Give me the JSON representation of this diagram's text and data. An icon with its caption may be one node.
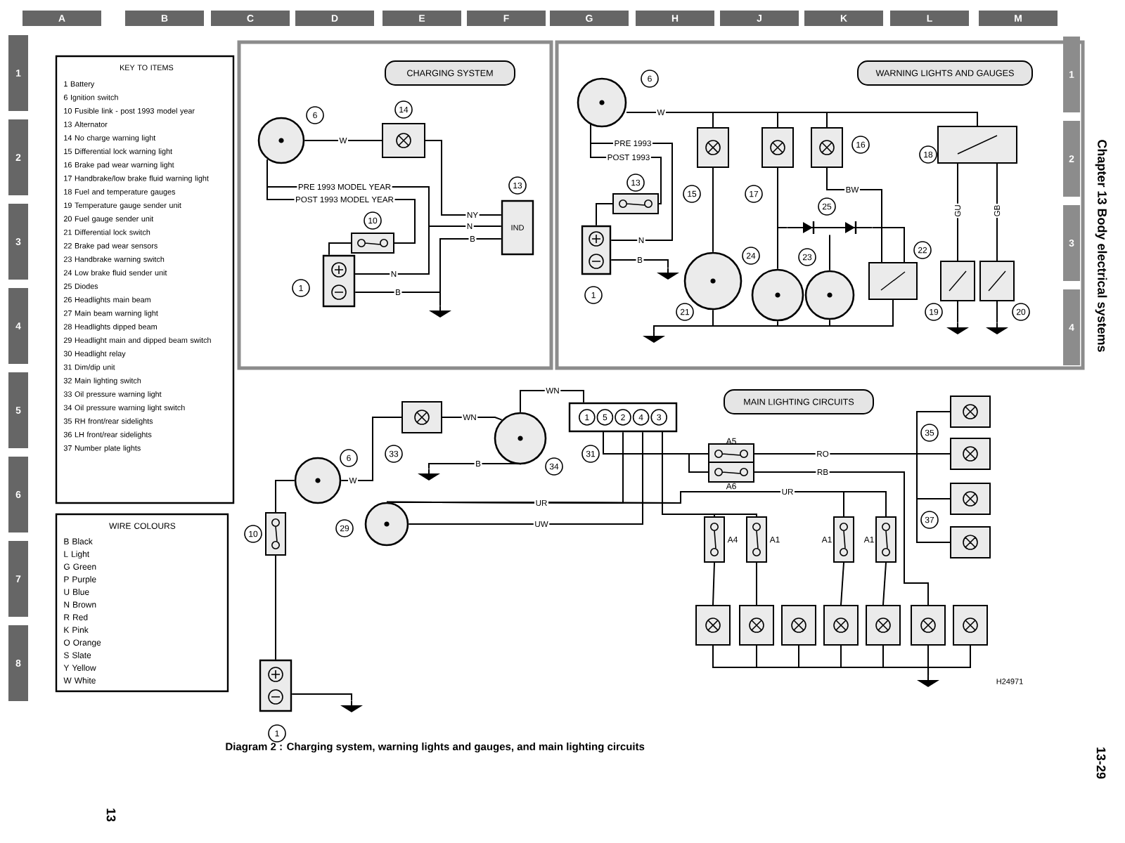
{
  "diagram": {
    "caption": "Diagram 2 : Charging system, warning lights and gauges, and main lighting circuits",
    "nodes": [
      {
        "text": [
          "KEY TO ITEMS",
          "1 Battery",
          "6 Ignition switch",
          "10 Fusible link - post 1993 model year",
          "13 Alternator",
          "14 No charge warning light",
          "15 Differential lock warning light",
          "16 Brake pad wear warning light",
          "17 Handbrake/low brake fluid warning light",
          "18 Fuel and temperature gauges",
          "19 Temperature gauge sender unit",
          "20 Fuel gauge sender unit",
          "21 Differential lock switch",
          "22 Brake pad wear sensors",
          "23 Handbrake warning switch",
          "24 Low brake fluid sender unit",
          "25 Diodes",
          "26 Headlights main beam",
          "27 Main beam warning light",
          "28 Headlights dipped beam",
          "29 Headlight main and dipped beam switch",
          "30 Headlight relay",
          "31 Dim/dip unit",
          "32 Main lighting switch",
          "33 Oil pressure warning light",
          "34 Oil pressure warning light switch",
          "35 RH front/rear sidelights",
          "36 LH front/rear sidelights",
          "37 Number plate lights"
        ]
      },
      {
        "text": [
          "WIRE COLOURS",
          "B Black",
          "L Light",
          "G Green",
          "P Purple",
          "U Blue",
          "N Brown",
          "R Red",
          "K Pink",
          "O Orange",
          "S Slate",
          "Y Yellow",
          "W White"
        ]
      },
      {
        "text": [
          "CHARGING SYSTEM"
        ]
      },
      {
        "text": [
          "WARNING LIGHTS AND GAUGES"
        ]
      },
      {
        "text": [
          "MAIN LIGHTING CIRCUITS"
        ]
      },
      {
        "text": [],
        "shape": "circle",
        "beside": [
          "6"
        ]
      },
      {
        "text": [],
        "shape": "lamp",
        "beside": [
          "14"
        ]
      },
      {
        "text": [
          "IND"
        ],
        "beside": [
          "13"
        ]
      },
      {
        "text": [],
        "shape": "fuse",
        "beside": [
          "10"
        ]
      },
      {
        "text": [],
        "shape": "battery",
        "beside": [
          "1"
        ]
      },
      {
        "text": [],
        "shape": "ground"
      },
      {
        "text": [],
        "shape": "circle",
        "beside": [
          "6"
        ]
      },
      {
        "text": [],
        "shape": "lamp",
        "beside": [
          "15"
        ]
      },
      {
        "text": [],
        "shape": "lamp",
        "beside": [
          "17"
        ]
      },
      {
        "text": [],
        "shape": "lamp",
        "beside": [
          "16"
        ]
      },
      {
        "text": [],
        "shape": "box",
        "beside": [
          "18"
        ]
      },
      {
        "text": [],
        "shape": "fuse",
        "beside": [
          "13"
        ]
      },
      {
        "text": [],
        "shape": "battery",
        "beside": [
          "1"
        ]
      },
      {
        "text": [],
        "shape": "circle",
        "beside": [
          "21"
        ]
      },
      {
        "text": [],
        "shape": "circle",
        "beside": [
          "24"
        ]
      },
      {
        "text": [],
        "shape": "circle",
        "beside": [
          "23"
        ]
      },
      {
        "text": [],
        "shape": "diode",
        "beside": [
          "25"
        ]
      },
      {
        "text": [],
        "shape": "box",
        "beside": [
          "22"
        ]
      },
      {
        "text": [],
        "shape": "box",
        "beside": [
          "19"
        ]
      },
      {
        "text": [],
        "shape": "box",
        "beside": [
          "20"
        ]
      },
      {
        "text": [],
        "shape": "ground"
      },
      {
        "text": [],
        "shape": "ground"
      },
      {
        "text": [],
        "shape": "ground"
      },
      {
        "text": [],
        "shape": "ground"
      },
      {
        "text": [],
        "shape": "lamp",
        "beside": [
          "33"
        ]
      },
      {
        "text": [],
        "shape": "circle",
        "beside": [
          "34"
        ]
      },
      {
        "text": [
          "1",
          "5",
          "2",
          "4",
          "3"
        ],
        "beside": [
          "31"
        ]
      },
      {
        "text": [],
        "shape": "circle",
        "beside": [
          "6"
        ]
      },
      {
        "text": [],
        "shape": "circle",
        "beside": [
          "29"
        ]
      },
      {
        "text": [],
        "shape": "fuse",
        "beside": [
          "10"
        ]
      },
      {
        "text": [],
        "shape": "battery",
        "beside": [
          "1"
        ]
      },
      {
        "text": [],
        "shape": "ground"
      },
      {
        "text": [],
        "shape": "ground"
      },
      {
        "text": [],
        "shape": "fuse",
        "beside": [
          "A5"
        ]
      },
      {
        "text": [],
        "shape": "fuse",
        "beside": [
          "A6"
        ]
      },
      {
        "text": [],
        "shape": "lamp",
        "beside": [
          "35"
        ]
      },
      {
        "text": [],
        "shape": "lamp"
      },
      {
        "text": [],
        "shape": "lamp",
        "beside": [
          "37"
        ]
      },
      {
        "text": [],
        "shape": "lamp"
      },
      {
        "text": [],
        "shape": "fuse",
        "beside": [
          "A4"
        ]
      },
      {
        "text": [],
        "shape": "fuse",
        "beside": [
          "A1"
        ]
      },
      {
        "text": [],
        "shape": "fuse",
        "beside": [
          "A1"
        ]
      },
      {
        "text": [],
        "shape": "fuse",
        "beside": [
          "A1"
        ]
      },
      {
        "text": [],
        "shape": "lamp"
      },
      {
        "text": [],
        "shape": "lamp"
      },
      {
        "text": [],
        "shape": "lamp"
      },
      {
        "text": [],
        "shape": "lamp"
      },
      {
        "text": [],
        "shape": "lamp"
      },
      {
        "text": [],
        "shape": "lamp"
      },
      {
        "text": [],
        "shape": "lamp"
      },
      {
        "text": [],
        "shape": "ground"
      }
    ],
    "edges": [
      {
        "from": 5,
        "to": 6,
        "arrow": "none",
        "label": "W"
      },
      {
        "from": 6,
        "to": 7,
        "arrow": "none",
        "label": "NY"
      },
      {
        "from": 5,
        "to": 9,
        "arrow": "none",
        "label": "PRE 1993 MODEL YEAR"
      },
      {
        "from": 9,
        "to": 7,
        "arrow": "none",
        "label": "N"
      },
      {
        "from": 5,
        "to": 8,
        "arrow": "none",
        "label": "POST 1993 MODEL YEAR"
      },
      {
        "from": 8,
        "to": 9,
        "arrow": "none"
      },
      {
        "from": 9,
        "to": 10,
        "arrow": "none",
        "label": "B"
      },
      {
        "from": 7,
        "to": 10,
        "arrow": "none",
        "label": "B"
      },
      {
        "from": 11,
        "to": 12,
        "arrow": "none",
        "label": "W"
      },
      {
        "from": 11,
        "to": 13,
        "arrow": "none"
      },
      {
        "from": 11,
        "to": 14,
        "arrow": "none"
      },
      {
        "from": 11,
        "to": 15,
        "arrow": "none"
      },
      {
        "from": 11,
        "to": 17,
        "arrow": "none",
        "label": "PRE 1993"
      },
      {
        "from": 11,
        "to": 16,
        "arrow": "none",
        "label": "POST 1993"
      },
      {
        "from": 16,
        "to": 17,
        "arrow": "none"
      },
      {
        "from": 17,
        "to": 26,
        "arrow": "none",
        "label": "B"
      },
      {
        "from": 12,
        "to": 18,
        "arrow": "none"
      },
      {
        "from": 13,
        "to": 19,
        "arrow": "none"
      },
      {
        "from": 14,
        "to": 22,
        "arrow": "none",
        "label": "BW"
      },
      {
        "from": 13,
        "to": 21,
        "arrow": "none"
      },
      {
        "from": 21,
        "to": 20,
        "arrow": "none"
      },
      {
        "from": 21,
        "to": 22,
        "arrow": "none"
      },
      {
        "from": 18,
        "to": 25,
        "arrow": "none"
      },
      {
        "from": 19,
        "to": 25,
        "arrow": "none"
      },
      {
        "from": 20,
        "to": 25,
        "arrow": "none"
      },
      {
        "from": 22,
        "to": 25,
        "arrow": "none"
      },
      {
        "from": 15,
        "to": 23,
        "arrow": "none",
        "label": "GU"
      },
      {
        "from": 15,
        "to": 24,
        "arrow": "none",
        "label": "GB"
      },
      {
        "from": 23,
        "to": 27,
        "arrow": "none"
      },
      {
        "from": 24,
        "to": 28,
        "arrow": "none"
      },
      {
        "from": 32,
        "to": 29,
        "arrow": "none",
        "label": "W"
      },
      {
        "from": 29,
        "to": 30,
        "arrow": "none",
        "label": "WN"
      },
      {
        "from": 30,
        "to": 31,
        "arrow": "none",
        "label": "WN"
      },
      {
        "from": 30,
        "to": 37,
        "arrow": "none",
        "label": "B"
      },
      {
        "from": 32,
        "to": 34,
        "arrow": "none"
      },
      {
        "from": 34,
        "to": 35,
        "arrow": "none"
      },
      {
        "from": 35,
        "to": 36,
        "arrow": "none"
      },
      {
        "from": 33,
        "to": 31,
        "arrow": "none",
        "label": "UR"
      },
      {
        "from": 33,
        "to": 31,
        "arrow": "none",
        "label": "UW"
      },
      {
        "from": 31,
        "to": 38,
        "arrow": "none"
      },
      {
        "from": 31,
        "to": 39,
        "arrow": "none"
      },
      {
        "from": 38,
        "to": 41,
        "arrow": "none",
        "label": "RO"
      },
      {
        "from": 41,
        "to": 40,
        "arrow": "none"
      },
      {
        "from": 41,
        "to": 42,
        "arrow": "none"
      },
      {
        "from": 41,
        "to": 43,
        "arrow": "none"
      },
      {
        "from": 39,
        "to": 53,
        "arrow": "none",
        "label": "RB"
      },
      {
        "from": 33,
        "to": 47,
        "arrow": "none",
        "label": "UR"
      },
      {
        "from": 33,
        "to": 46,
        "arrow": "none"
      },
      {
        "from": 31,
        "to": 44,
        "arrow": "none"
      },
      {
        "from": 31,
        "to": 45,
        "arrow": "none"
      },
      {
        "from": 44,
        "to": 48,
        "arrow": "none"
      },
      {
        "from": 45,
        "to": 49,
        "arrow": "none"
      },
      {
        "from": 46,
        "to": 51,
        "arrow": "none"
      },
      {
        "from": 47,
        "to": 52,
        "arrow": "none"
      },
      {
        "from": 48,
        "to": 55,
        "arrow": "none"
      },
      {
        "from": 49,
        "to": 55,
        "arrow": "none"
      },
      {
        "from": 50,
        "to": 55,
        "arrow": "none"
      },
      {
        "from": 51,
        "to": 55,
        "arrow": "none"
      },
      {
        "from": 52,
        "to": 55,
        "arrow": "none"
      },
      {
        "from": 53,
        "to": 55,
        "arrow": "none"
      },
      {
        "from": 54,
        "to": 55,
        "arrow": "none"
      }
    ],
    "labels": [
      "A",
      "B",
      "C",
      "D",
      "E",
      "F",
      "G",
      "H",
      "J",
      "K",
      "L",
      "M",
      "1",
      "2",
      "3",
      "4",
      "5",
      "6",
      "7",
      "8",
      "1",
      "2",
      "3",
      "4",
      "N",
      "N",
      "Chapter 13 Body electrical systems",
      "13-29",
      "13",
      "H24971"
    ]
  }
}
